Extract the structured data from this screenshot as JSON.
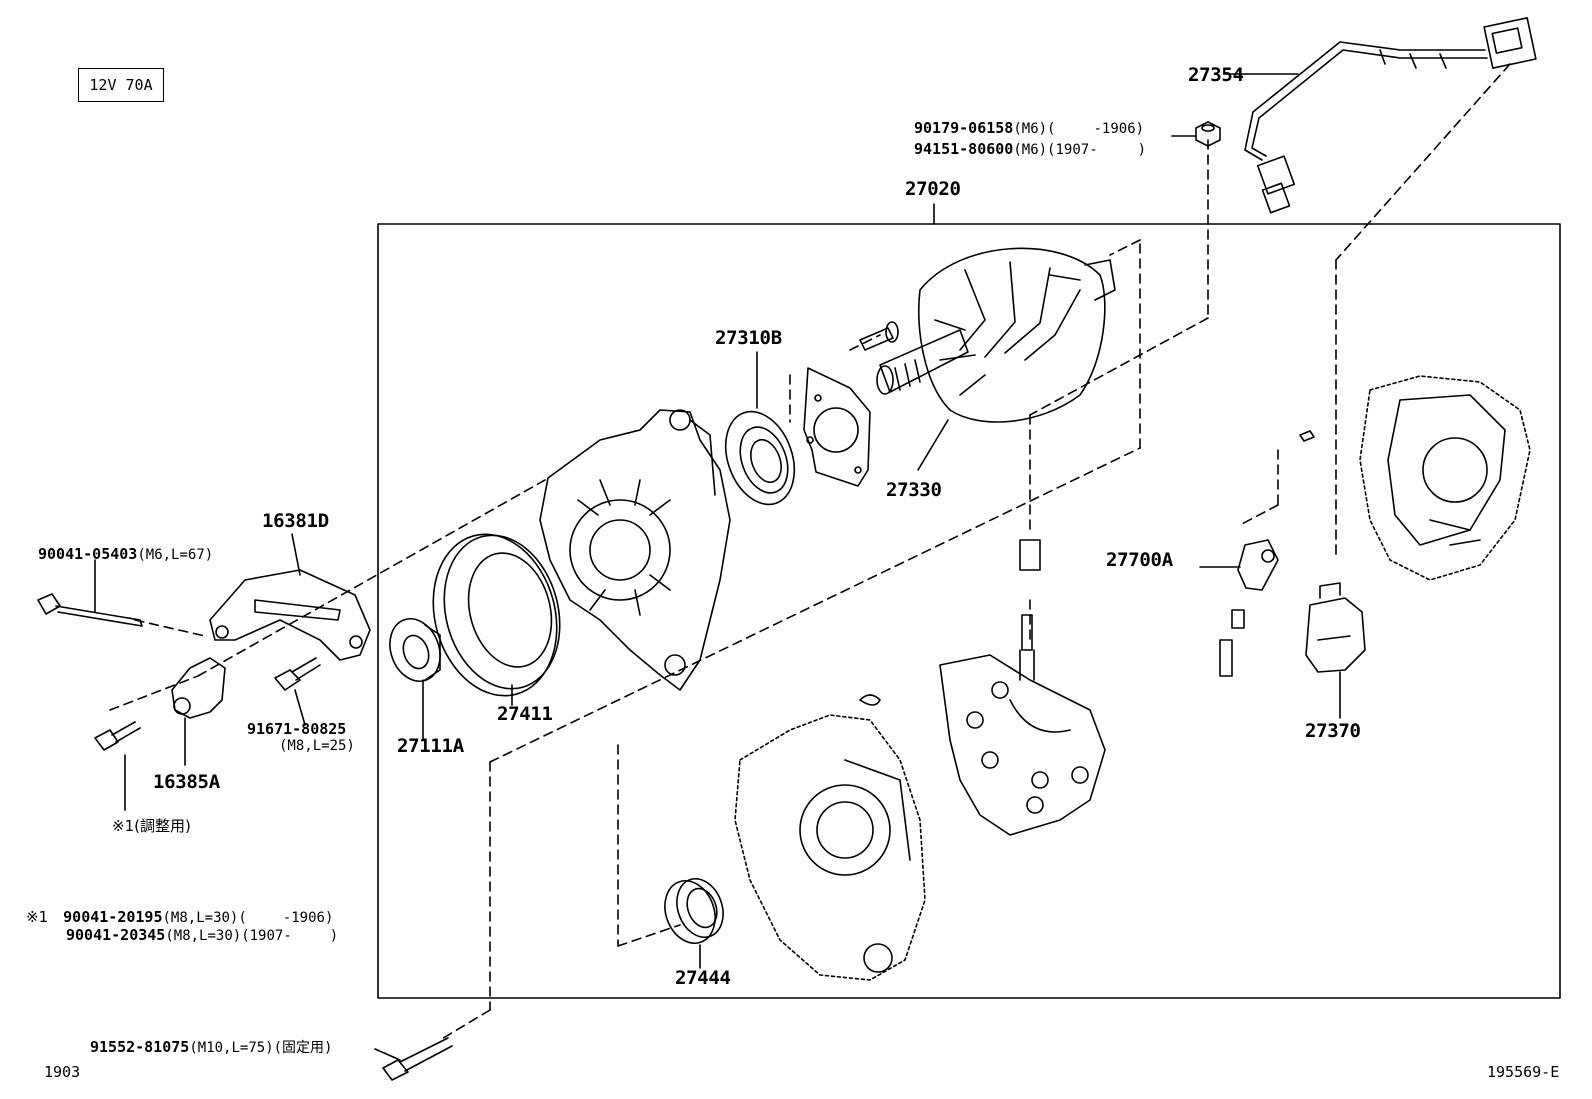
{
  "spec_label": "12V 70A",
  "assembly_part": "27020",
  "parts": {
    "p27354": "27354",
    "p27310B": "27310B",
    "p27330": "27330",
    "p16381D": "16381D",
    "p27700A": "27700A",
    "p27411": "27411",
    "p27111A": "27111A",
    "p16385A": "16385A",
    "p27370": "27370",
    "p27444": "27444"
  },
  "fasteners": {
    "nut_a": {
      "number": "90179-06158",
      "spec": "(M6)(",
      "range": "-1906)"
    },
    "nut_b": {
      "number": "94151-80600",
      "spec": "(M6)(1907-",
      "range": ")"
    },
    "bolt_90041_05403": {
      "number": "90041-05403",
      "spec": "(M6,L=67)"
    },
    "bolt_91671": {
      "number": "91671-80825",
      "spec": "(M8,L=25)"
    },
    "bolt_91552": {
      "number": "91552-81075",
      "spec": "(M10,L=75)(固定用)"
    }
  },
  "adjust_note": "※1(調整用)",
  "footnote": {
    "marker": "※1",
    "line1_number": "90041-20195",
    "line1_spec": "(M8,L=30)(",
    "line1_range": "-1906)",
    "line2_number": "90041-20345",
    "line2_spec": "(M8,L=30)(1907-",
    "line2_range": ")"
  },
  "date_code": "1903",
  "diagram_id": "195569-E"
}
